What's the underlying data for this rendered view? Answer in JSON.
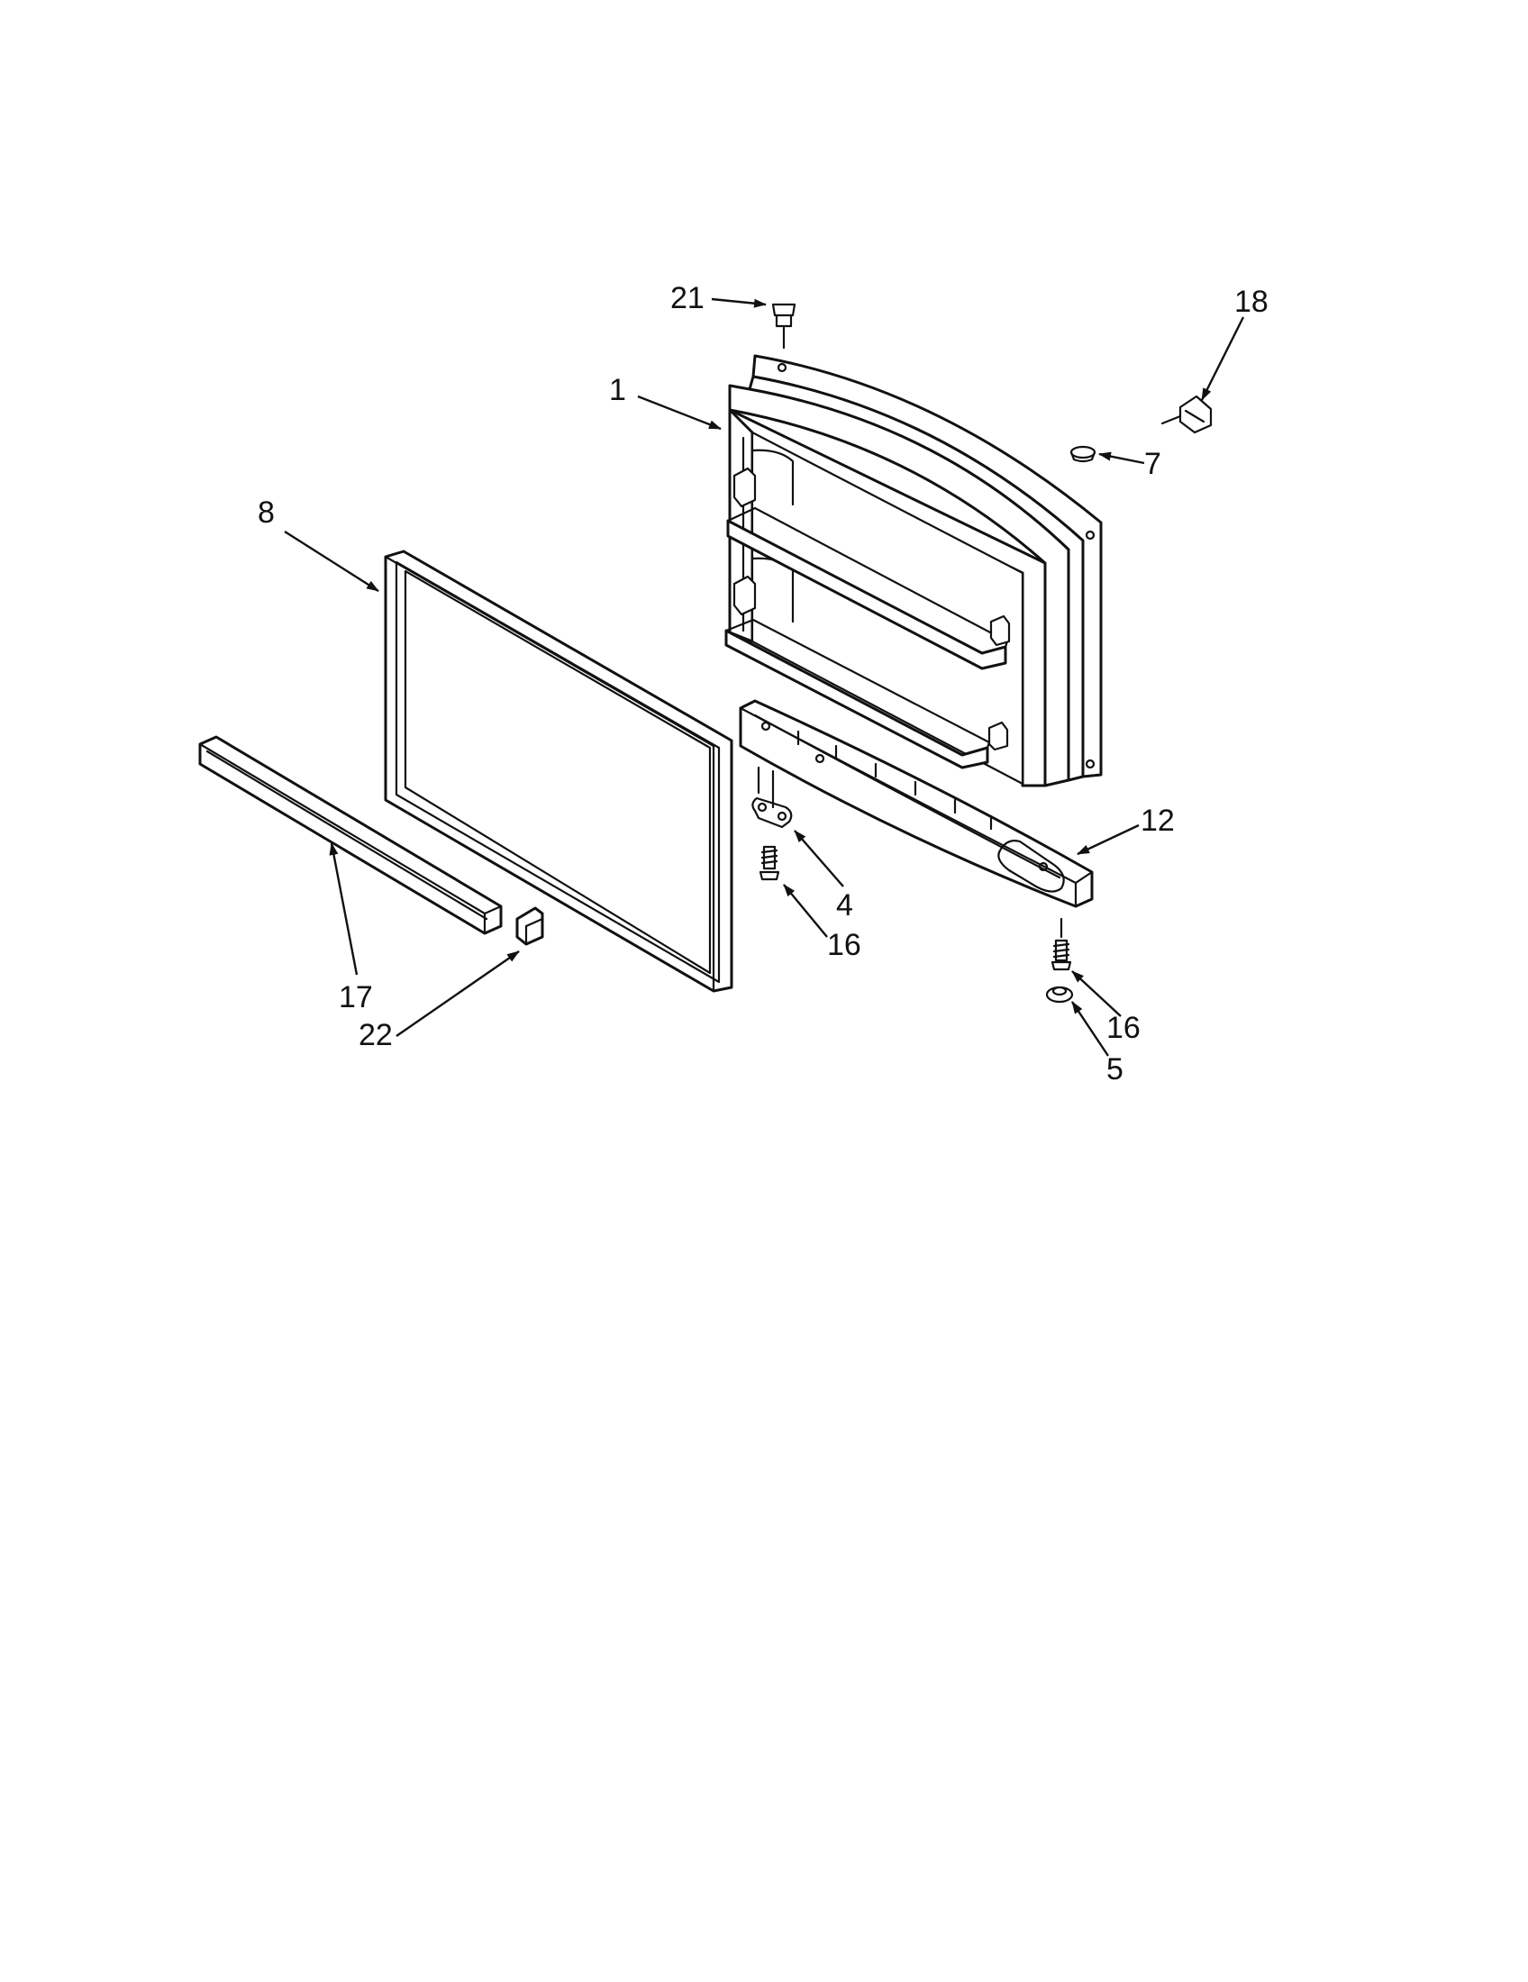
{
  "diagram": {
    "callouts": [
      {
        "id": "c21",
        "label": "21"
      },
      {
        "id": "c18",
        "label": "18"
      },
      {
        "id": "c1",
        "label": "1"
      },
      {
        "id": "c7",
        "label": "7"
      },
      {
        "id": "c8",
        "label": "8"
      },
      {
        "id": "c12",
        "label": "12"
      },
      {
        "id": "c4",
        "label": "4"
      },
      {
        "id": "c16a",
        "label": "16"
      },
      {
        "id": "c16b",
        "label": "16"
      },
      {
        "id": "c5",
        "label": "5"
      },
      {
        "id": "c17",
        "label": "17"
      },
      {
        "id": "c22",
        "label": "22"
      }
    ]
  },
  "colors": {
    "line": "#111111",
    "background": "#ffffff"
  }
}
